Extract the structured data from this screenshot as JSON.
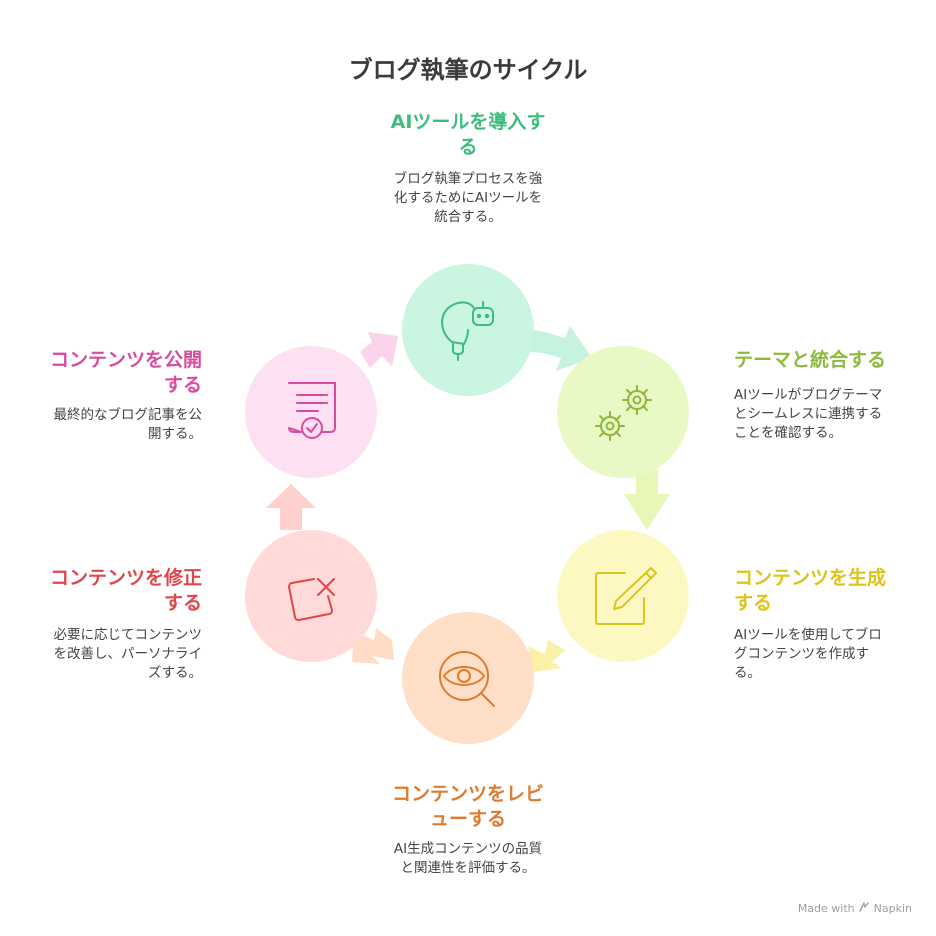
{
  "title": "ブログ執筆のサイクル",
  "colors": {
    "top": "#3dbd7d",
    "right_upper": "#8fb93c",
    "right_lower": "#dcc418",
    "bottom": "#e07b2e",
    "left_lower": "#e0474c",
    "left_upper": "#d84c9f"
  },
  "steps": [
    {
      "key": "top",
      "title": "AIツールを導入す\nる",
      "desc": "ブログ執筆プロセスを強\n化するためにAIツールを\n統合する。",
      "icon": "lightbulb-robot-icon"
    },
    {
      "key": "right_upper",
      "title": "テーマと統合する",
      "desc": "AIツールがブログテーマ\nとシームレスに連携する\nことを確認する。",
      "icon": "gears-icon"
    },
    {
      "key": "right_lower",
      "title": "コンテンツを生成\nする",
      "desc": "AIツールを使用してブロ\nグコンテンツを作成す\nる。",
      "icon": "edit-pencil-icon"
    },
    {
      "key": "bottom",
      "title": "コンテンツをレビ\nューする",
      "desc": "AI生成コンテンツの品質\nと関連性を評価する。",
      "icon": "eye-magnifier-icon"
    },
    {
      "key": "left_lower",
      "title": "コンテンツを修正\nする",
      "desc": "必要に応じてコンテンツ\nを改善し、パーソナライ\nズする。",
      "icon": "close-box-icon"
    },
    {
      "key": "left_upper",
      "title": "コンテンツを公開\nする",
      "desc": "最終的なブログ記事を公\n開する。",
      "icon": "document-check-icon"
    }
  ],
  "footer": {
    "made_with": "Made with",
    "brand": "Napkin"
  }
}
